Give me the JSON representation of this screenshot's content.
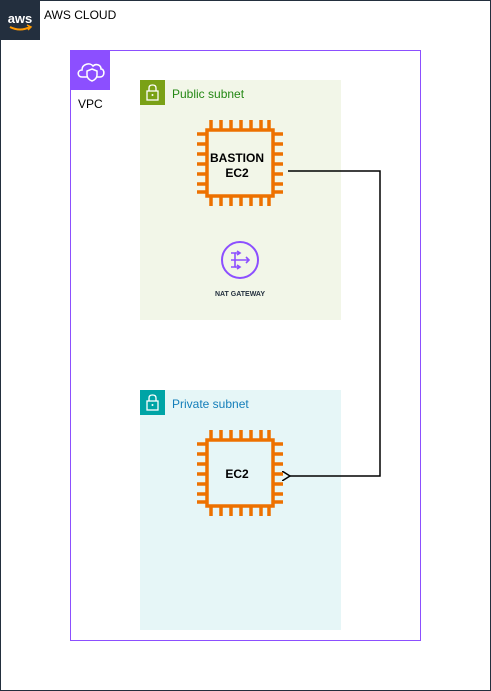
{
  "cloud": {
    "label": "AWS CLOUD",
    "logo_text": "aws"
  },
  "vpc": {
    "label": "VPC"
  },
  "public_subnet": {
    "label": "Public subnet"
  },
  "private_subnet": {
    "label": "Private subnet"
  },
  "bastion": {
    "line1": "BASTION",
    "line2": "EC2"
  },
  "ec2": {
    "label": "EC2"
  },
  "nat": {
    "label": "NAT GATEWAY"
  },
  "colors": {
    "cloud_border": "#232f3e",
    "vpc": "#8c4fff",
    "public": "#7aa116",
    "private": "#00a4a6",
    "ec2": "#ed7100"
  },
  "connection": {
    "from": "bastion",
    "to": "ec2",
    "arrow": "end"
  }
}
